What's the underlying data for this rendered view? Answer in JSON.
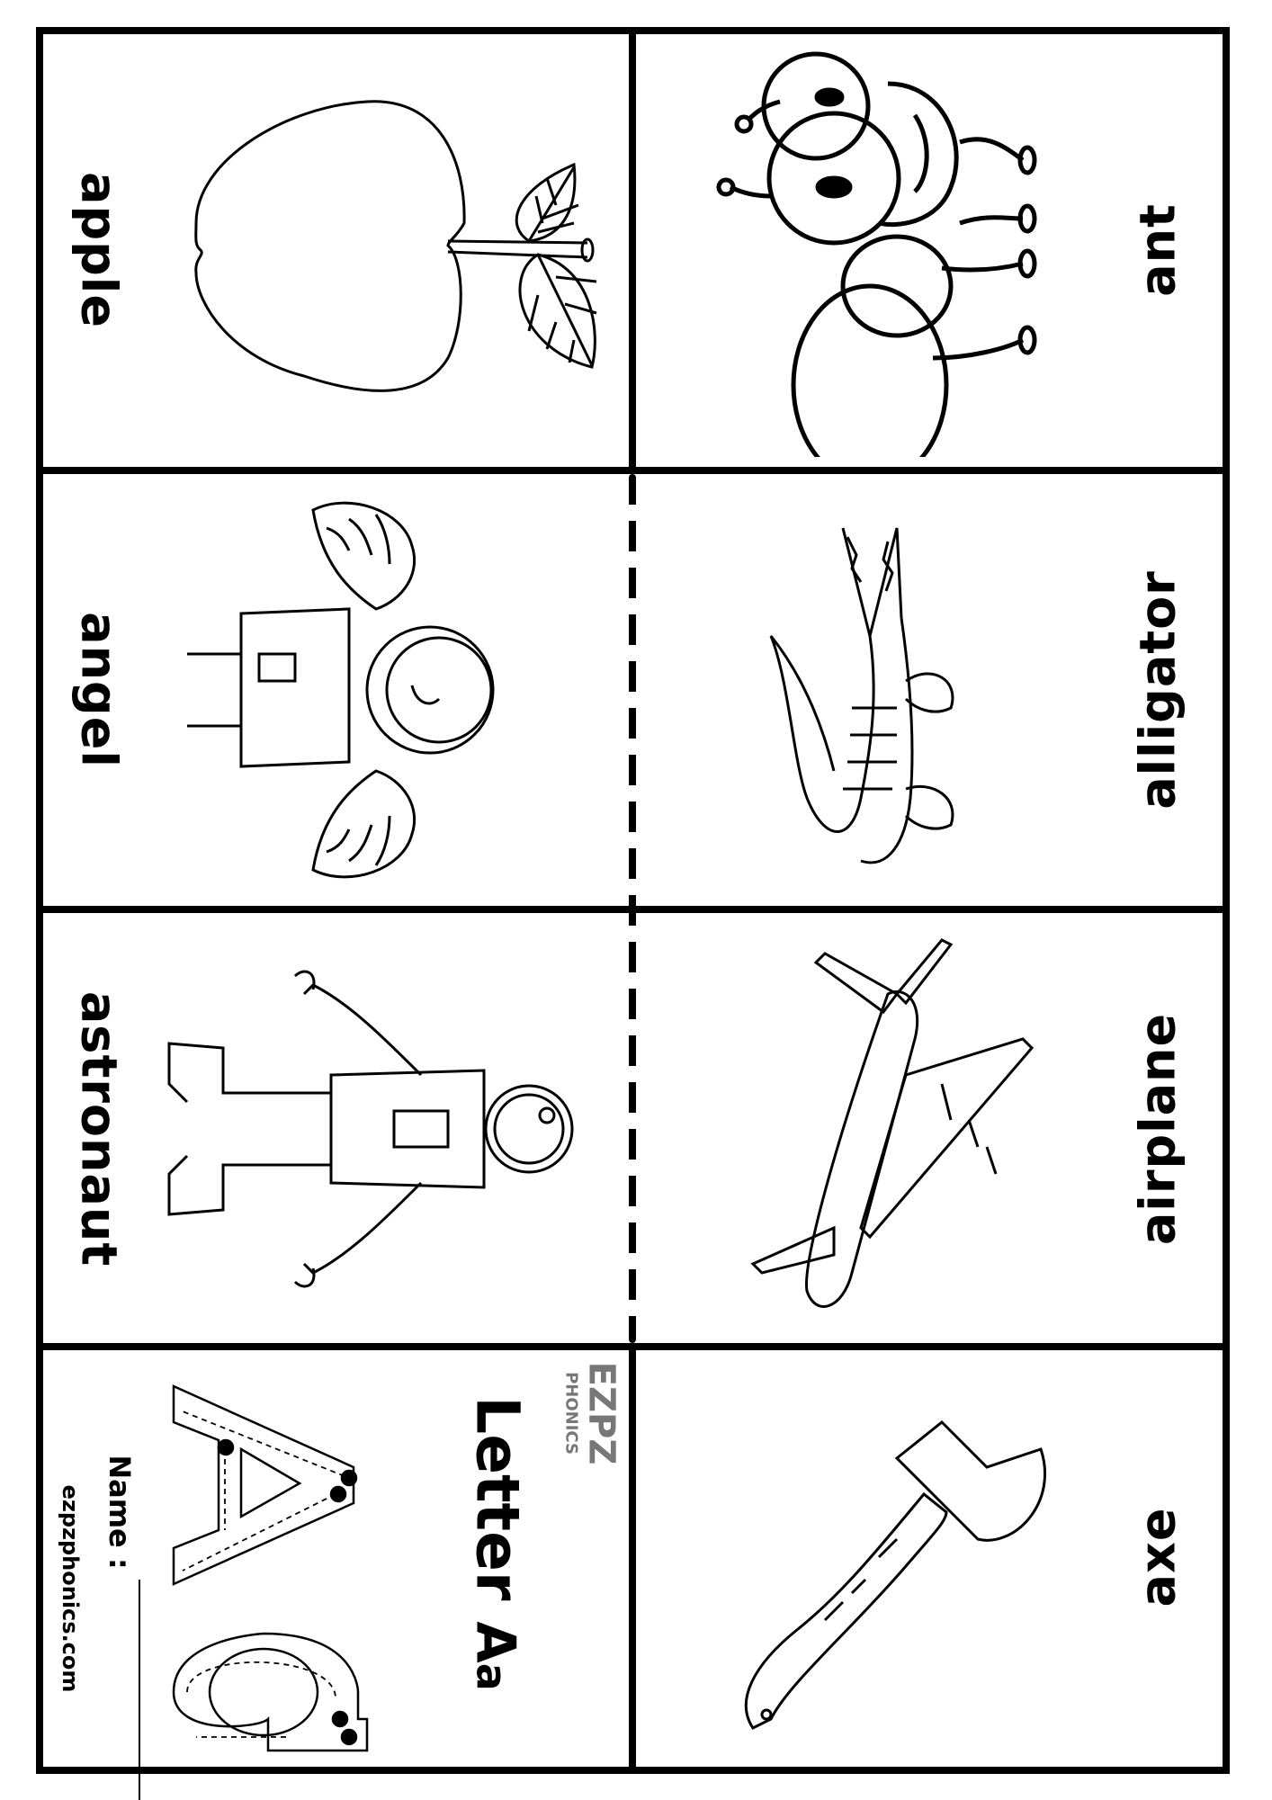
{
  "worksheet": {
    "title": "Letter Aa",
    "title_word": "Letter",
    "title_letter_upper": "A",
    "title_letter_lower": "a",
    "logo": {
      "main": "EZPZ",
      "sub": "PHONICS",
      "color": "#777777"
    },
    "name_label": "Name :",
    "website": "ezpzphonics.com",
    "trace_upper": {
      "letter": "A",
      "strokes": [
        "1",
        "2",
        "3"
      ]
    },
    "trace_lower": {
      "letter": "a",
      "strokes": [
        "1",
        "2"
      ]
    }
  },
  "cards": [
    {
      "word": "apple",
      "picture": "apple-illustration",
      "column": "left",
      "row": 1
    },
    {
      "word": "ant",
      "picture": "ant-illustration",
      "column": "right",
      "row": 1
    },
    {
      "word": "angel",
      "picture": "angel-illustration",
      "column": "left",
      "row": 2
    },
    {
      "word": "alligator",
      "picture": "alligator-illustration",
      "column": "right",
      "row": 2
    },
    {
      "word": "astronaut",
      "picture": "astronaut-illustration",
      "column": "left",
      "row": 3
    },
    {
      "word": "airplane",
      "picture": "airplane-illustration",
      "column": "right",
      "row": 3
    },
    {
      "word": "axe",
      "picture": "axe-illustration",
      "column": "right",
      "row": 4
    }
  ],
  "colors": {
    "ink": "#000000",
    "paper": "#ffffff",
    "logo_gray": "#777777"
  }
}
